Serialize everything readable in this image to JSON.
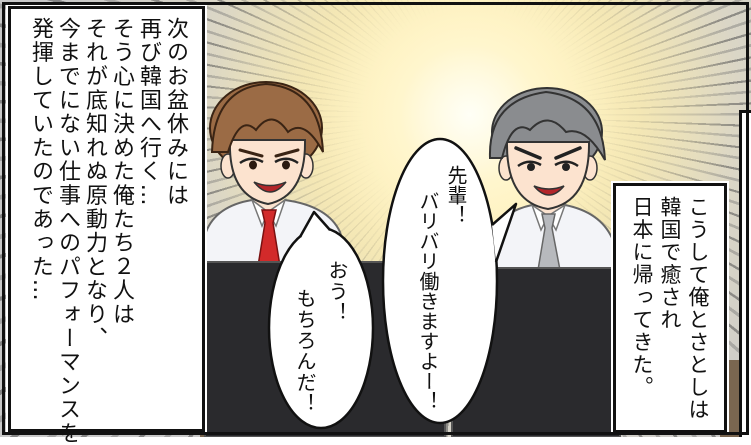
{
  "narration_left": {
    "lines": [
      "次のお盆休みには",
      "再び韓国へ行く…",
      "そう心に決めた俺たち２人は",
      "それが底知れぬ原動力となり、",
      "今までにない仕事へのパフォーマンスを",
      "発揮していたのであった…"
    ]
  },
  "speech_junior": {
    "lines": [
      "先輩！",
      "バリバリ働きますよー！"
    ]
  },
  "speech_senior": {
    "lines": [
      "おう！",
      "もちろんだ！"
    ]
  },
  "narration_right": {
    "lines": [
      "こうして俺とさとしは",
      "韓国で癒され",
      "日本に帰ってきた。"
    ]
  },
  "colors": {
    "skin": "#fce3cf",
    "shirt": "#f3f4f8",
    "left_man_hair": "#9b6b45",
    "left_man_tie": "#d22a2a",
    "right_man_hair": "#8a8c8f",
    "right_man_tie": "#b7b9bd",
    "monitor": "#2a2a2d",
    "desk": "#7a6650"
  }
}
